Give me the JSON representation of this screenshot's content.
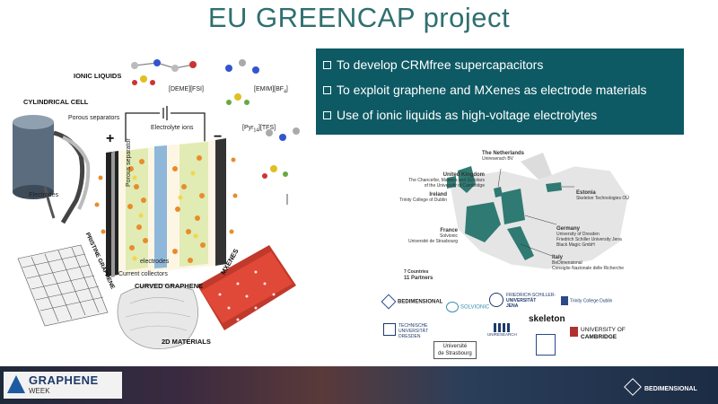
{
  "slide": {
    "title": "EU GREENCAP project"
  },
  "bullets": [
    "To develop CRMfree supercapacitors",
    "To exploit graphene and MXenes as electrode materials",
    "Use of ionic liquids as high-voltage electrolytes"
  ],
  "diagram": {
    "ionic_liquids": "IONIC LIQUIDS",
    "deme": "[DEME][FSI]",
    "emim": "[EMIM][BF",
    "emim_sub": "4",
    "pyr": "[Pyr",
    "pyr_sub": "14",
    "pyr_tail": "][TFS]",
    "cylindrical_cell": "CYLINDRICAL CELL",
    "porous_separators": "Porous separators",
    "electrodes_left": "Electrodes",
    "electrolyte_ions": "Electrolyte ions",
    "porous_separator": "Porous separator",
    "electrodes": "electrodes",
    "current_collectors": "Current collectors",
    "pristine_graphene": "PRISTINE GRAPHENE",
    "curved_graphene": "CURVED GRAPHENE",
    "mxenes": "MXENES",
    "materials_2d": "2D MATERIALS",
    "plus": "+",
    "minus": "−"
  },
  "map": {
    "netherlands_title": "The Netherlands",
    "netherlands_sub": "Unireserach BV",
    "uk_title": "United Kingdom",
    "uk_sub1": "The Chancellor, Masters and Scholars",
    "uk_sub2": "of the University of Cambridge",
    "ireland_title": "Ireland",
    "ireland_sub": "Trinity College of Dublin",
    "estonia_title": "Estonia",
    "estonia_sub": "Skeleton Technologies OÜ",
    "france_title": "France",
    "france_sub1": "Solvionic",
    "france_sub2": "Université de Strasbourg",
    "germany_title": "Germany",
    "germany_sub1": "University of Dresden",
    "germany_sub2": "Friedrich Schiller University Jena",
    "germany_sub3": "Black Magic GmbH",
    "italy_title": "Italy",
    "italy_sub1": "BeDimensional",
    "italy_sub2": "Consiglio Nazionale delle Richerche",
    "countries": "7 Countries",
    "partners": "11 Partners"
  },
  "logos": {
    "bedimensional": "BEDIMENSIONAL",
    "solvionic": "SOLVIONIC",
    "jena1": "FRIEDRICH-SCHILLER-",
    "jena2": "UNIVERSITÄT",
    "jena3": "JENA",
    "trinity": "Trinity College Dublin",
    "tud1": "TECHNISCHE",
    "tud2": "UNIVERSITÄT",
    "tud3": "DRESDEN",
    "unireserach": "UNIRESEARCH",
    "skeleton": "skeleton",
    "cambridge1": "UNIVERSITY OF",
    "cambridge2": "CAMBRIDGE",
    "strasbourg1": "Université",
    "strasbourg2": "de Strasbourg"
  },
  "footer": {
    "graphene": "GRAPHENE",
    "week": "WEEK",
    "bedimensional": "BEDIMENSIONAL"
  },
  "colors": {
    "title": "#2f6f70",
    "bullet_bg": "#0e5a64",
    "map_partner": "#2f7a72",
    "map_other": "#e3e3e3"
  }
}
